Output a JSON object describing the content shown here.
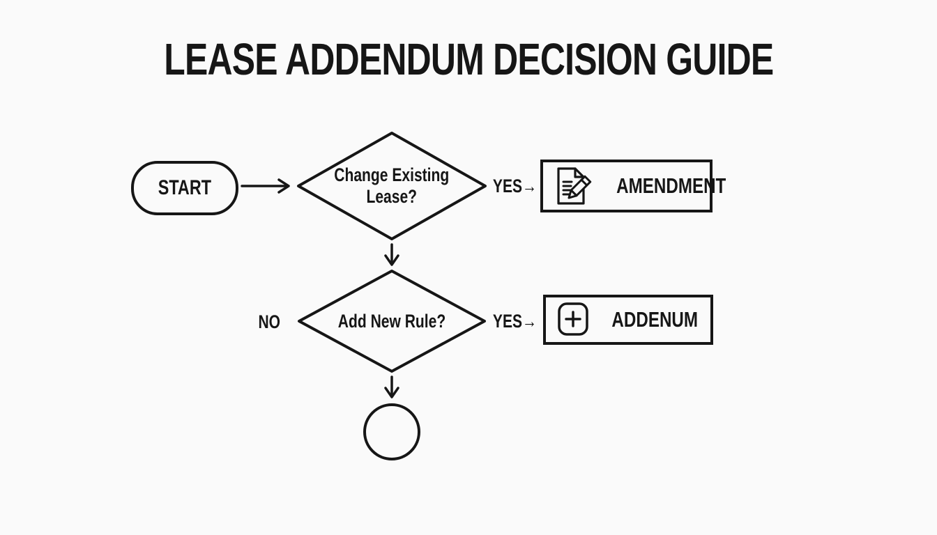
{
  "title": "LEASE ADDENDUM DECISION GUIDE",
  "colors": {
    "background": "#fafafa",
    "line": "#161616",
    "text": "#161616"
  },
  "flowchart": {
    "start": {
      "label": "START"
    },
    "decision1": {
      "line1": "Change Existing",
      "line2": "Lease?"
    },
    "decision2": {
      "label": "Add New Rule?"
    },
    "labels": {
      "yes1": "YES→",
      "yes2": "YES→",
      "no": "NO"
    },
    "outcome_amendment": {
      "label": "AMENDMENT",
      "icon": "document-pencil-icon"
    },
    "outcome_addendum": {
      "label": "ADDENUM",
      "icon": "plus-square-icon"
    },
    "end": {
      "type": "terminal-circle"
    }
  }
}
